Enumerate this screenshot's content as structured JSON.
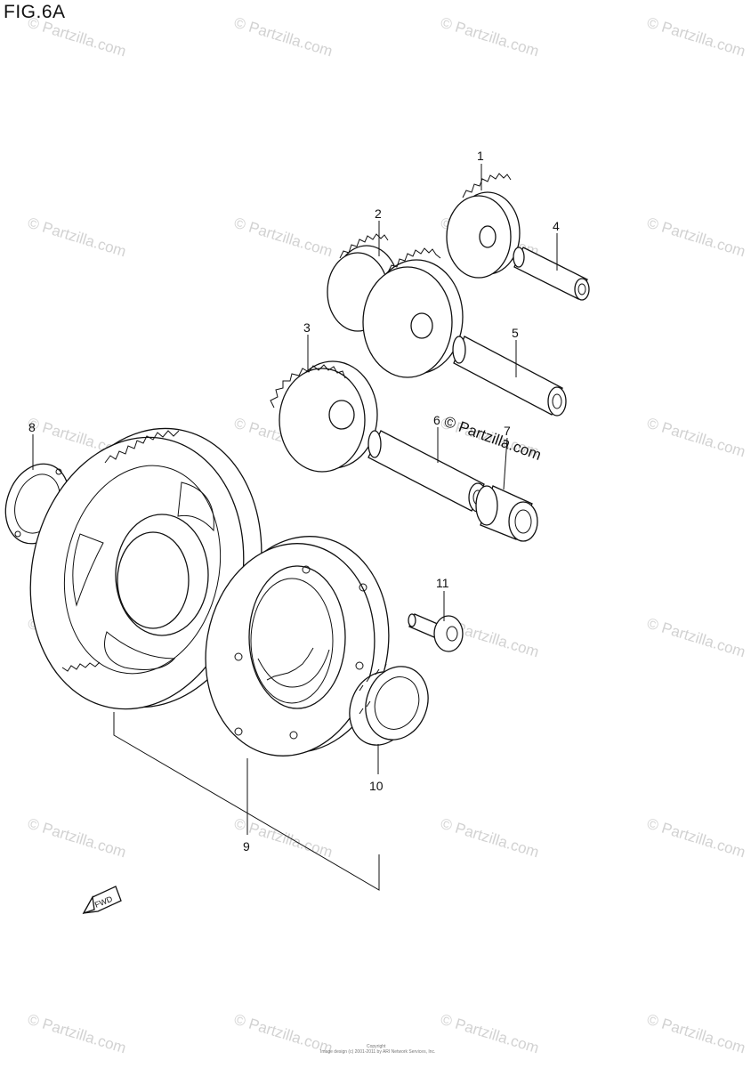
{
  "figure": {
    "title": "FIG.6A"
  },
  "watermark": {
    "text": "© Partzilla.com",
    "center_text": "© Partzilla.com"
  },
  "callouts": [
    "1",
    "2",
    "3",
    "4",
    "5",
    "6",
    "7",
    "8",
    "9",
    "10",
    "11"
  ],
  "fwd": {
    "label": "FWD",
    "icon": "fwd-arrow-icon"
  },
  "footer": {
    "line1": "Copyright",
    "line2": "Image design (c) 2001-2011 by ARI Network Services, Inc."
  }
}
